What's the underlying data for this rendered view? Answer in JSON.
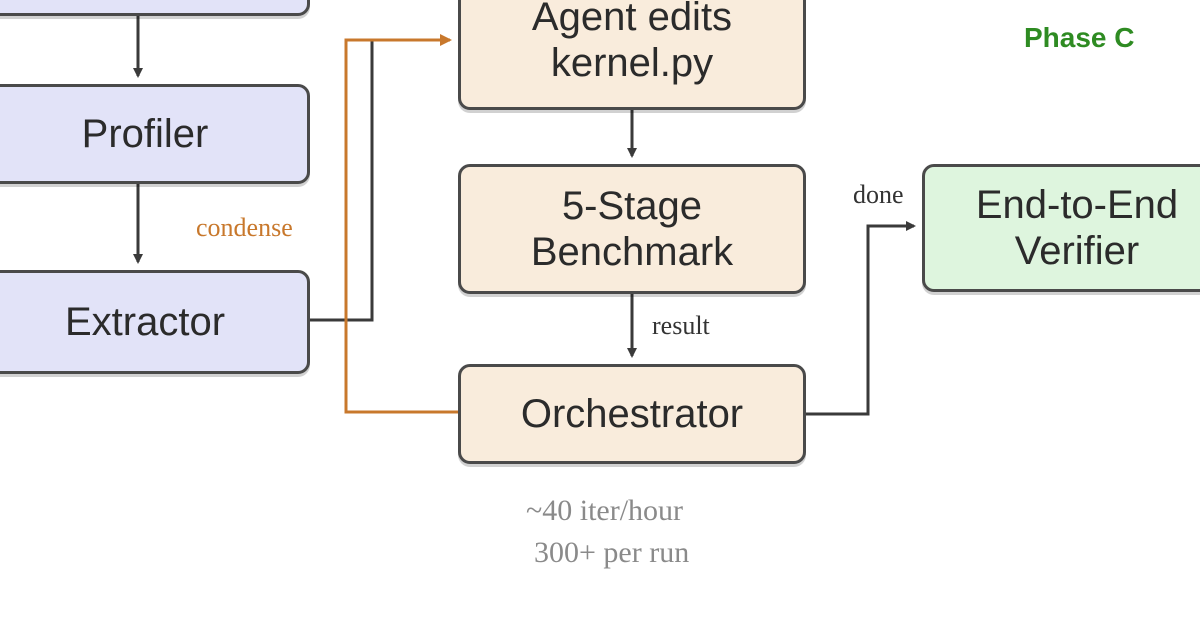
{
  "nodes": {
    "profiler": {
      "label": "Profiler"
    },
    "extractor": {
      "label": "Extractor"
    },
    "agent_edits": {
      "line1": "Agent edits",
      "line2": "kernel.py"
    },
    "benchmark": {
      "line1": "5-Stage",
      "line2": "Benchmark"
    },
    "orchestrator": {
      "label": "Orchestrator"
    },
    "verifier": {
      "line1": "End-to-End",
      "line2": "Verifier"
    }
  },
  "labels": {
    "phase": "Phase C",
    "condense": "condense",
    "result": "result",
    "done": "done"
  },
  "note": {
    "line1": "~40 iter/hour",
    "line2": "300+ per run"
  },
  "colors": {
    "blue_fill": "#e2e3f8",
    "tan_fill": "#f9ecdc",
    "green_fill": "#def5de",
    "phase_text": "#2e8b22",
    "condense_arrow": "#c8782c",
    "main_arrow": "#3a3a3a"
  }
}
